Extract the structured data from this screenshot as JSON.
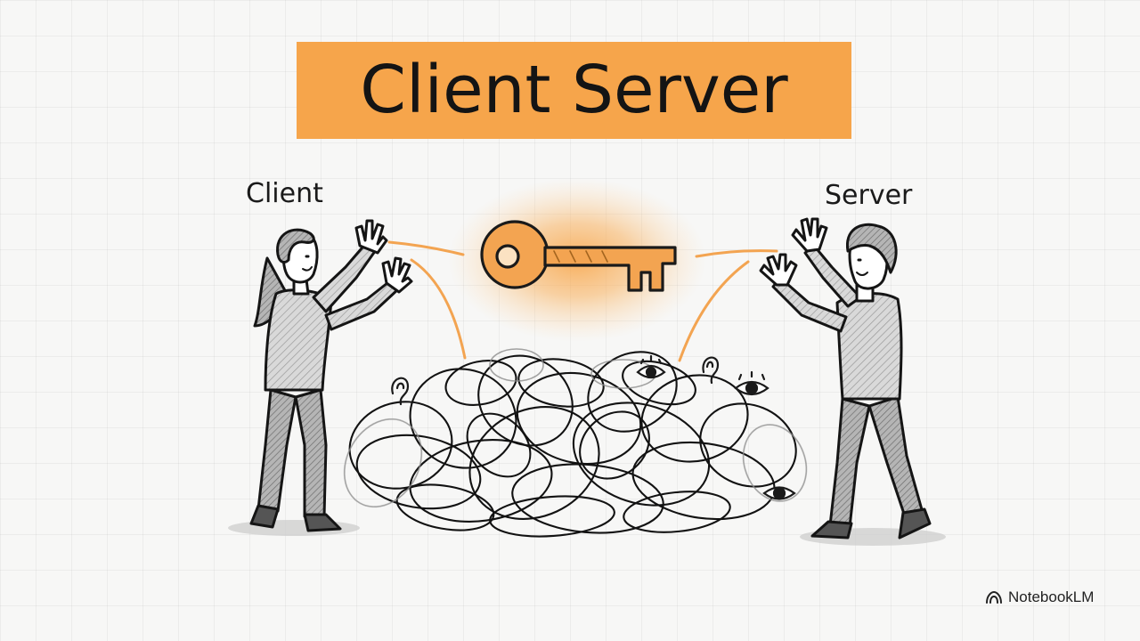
{
  "title": "Client Server",
  "labels": {
    "client": "Client",
    "server": "Server"
  },
  "icons": {
    "key": "key-icon",
    "ear": "ear-icon",
    "eye": "eye-icon",
    "brand_logo": "notebooklm-logo-icon"
  },
  "colors": {
    "title_highlight": "#f6a54b",
    "key": "#f3a451",
    "key_glow": "#f8a242",
    "ink": "#151515",
    "paper": "#f7f7f6"
  },
  "brand": {
    "name": "NotebookLM"
  }
}
